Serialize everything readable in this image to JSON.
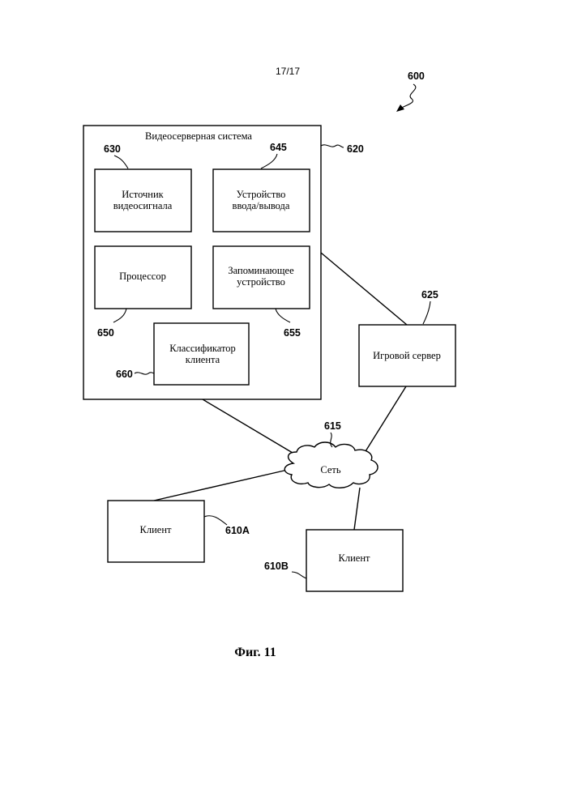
{
  "page_number": "17/17",
  "figure_ref": "600",
  "caption": "Фиг. 11",
  "video_server_system": {
    "title": "Видеосерверная система",
    "ref": "620",
    "video_source": {
      "line1": "Источник",
      "line2": "видеосигнала",
      "ref": "630"
    },
    "io_device": {
      "line1": "Устройство",
      "line2": "ввода/вывода",
      "ref": "645"
    },
    "processor": {
      "label": "Процессор",
      "ref": "650"
    },
    "storage": {
      "line1": "Запоминающее",
      "line2": "устройство",
      "ref": "655"
    },
    "client_classifier": {
      "line1": "Классификатор",
      "line2": "клиента",
      "ref": "660"
    }
  },
  "game_server": {
    "label": "Игровой сервер",
    "ref": "625"
  },
  "network": {
    "label": "Сеть",
    "ref": "615"
  },
  "client_a": {
    "label": "Клиент",
    "ref": "610A"
  },
  "client_b": {
    "label": "Клиент",
    "ref": "610B"
  }
}
